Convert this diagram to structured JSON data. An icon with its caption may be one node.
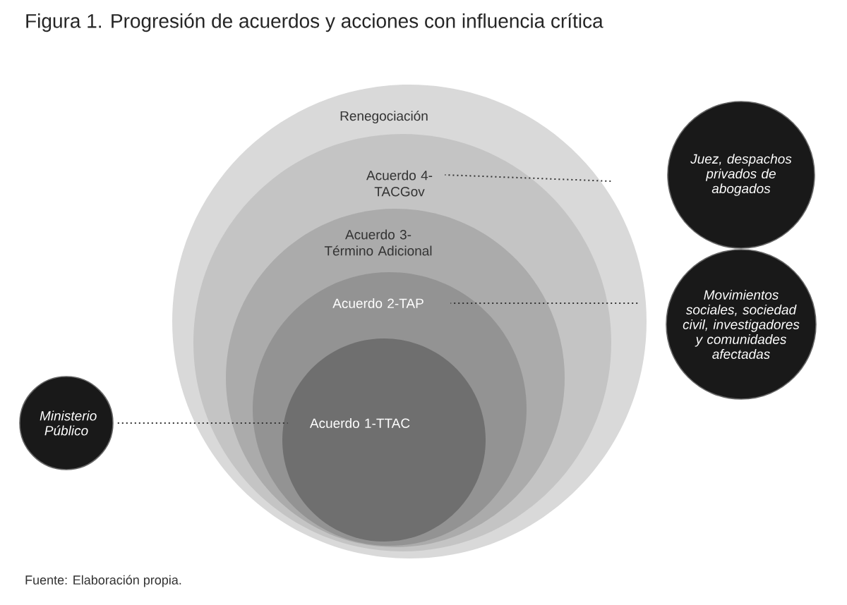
{
  "diagram": {
    "title": "Figura 1. Progresión de acuerdos y acciones con influencia crítica",
    "caption": "Fuente: Elaboración propia.",
    "nodes": [
      {
        "text": [
          "Renegociación"
        ]
      },
      {
        "text": [
          "Acuerdo 4- TACGov"
        ],
        "in": 0
      },
      {
        "text": [
          "Acuerdo 3- Término Adicional"
        ],
        "in": 1
      },
      {
        "text": [
          "Acuerdo 2-TAP"
        ],
        "in": 2
      },
      {
        "text": [
          "Acuerdo 1-TTAC"
        ],
        "in": 3
      },
      {
        "text": [
          "Juez, despachos privados de abogados"
        ]
      },
      {
        "text": [
          "Movimientos sociales, sociedad civil, investigadores y comunidades afectadas"
        ]
      },
      {
        "text": [
          "Ministerio Público"
        ]
      }
    ],
    "edges": [
      {
        "from": 5,
        "to": 1,
        "arrow": "none"
      },
      {
        "from": 6,
        "to": 3,
        "arrow": "none"
      },
      {
        "from": 7,
        "to": 4,
        "arrow": "none"
      }
    ]
  }
}
